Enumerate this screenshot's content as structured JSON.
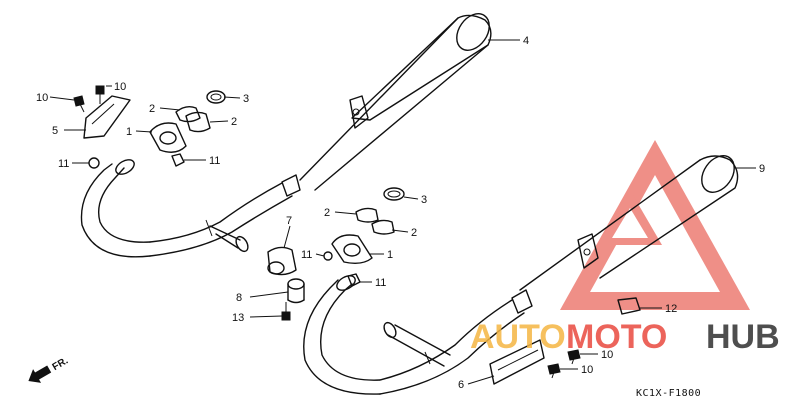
{
  "diagram": {
    "code": "KC1X-F1800",
    "direction_label": "FR.",
    "callouts": [
      "1",
      "2",
      "3",
      "4",
      "5",
      "6",
      "7",
      "8",
      "9",
      "10",
      "11",
      "12",
      "13"
    ]
  },
  "watermark": {
    "auto": "AUTO",
    "moto": "MOTO",
    "hub": "HUB",
    "colors": {
      "auto": "#f5b642",
      "moto": "#e94a3f",
      "hub": "#222222",
      "triangle": "#e94a3f"
    }
  }
}
